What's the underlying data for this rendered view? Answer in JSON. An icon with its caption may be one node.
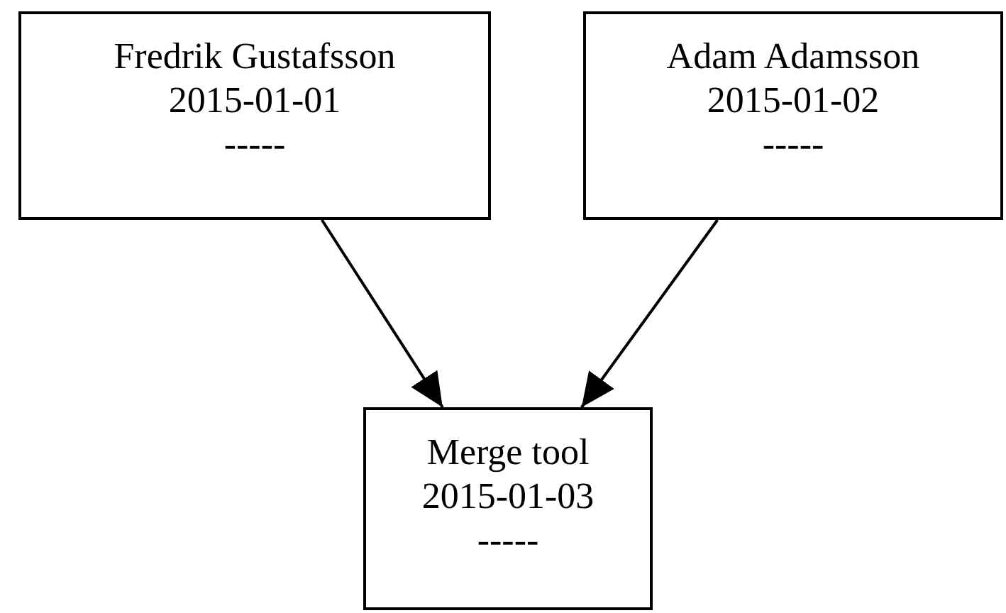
{
  "diagram": {
    "nodes": [
      {
        "text": [
          "Fredrik Gustafsson",
          "2015-01-01",
          "-----"
        ]
      },
      {
        "text": [
          "Adam Adamsson",
          "2015-01-02",
          "-----"
        ]
      },
      {
        "text": [
          "Merge tool",
          "2015-01-03",
          "-----"
        ]
      }
    ],
    "edges": [
      {
        "from": 0,
        "to": 2,
        "arrow": "to"
      },
      {
        "from": 1,
        "to": 2,
        "arrow": "to"
      }
    ]
  }
}
